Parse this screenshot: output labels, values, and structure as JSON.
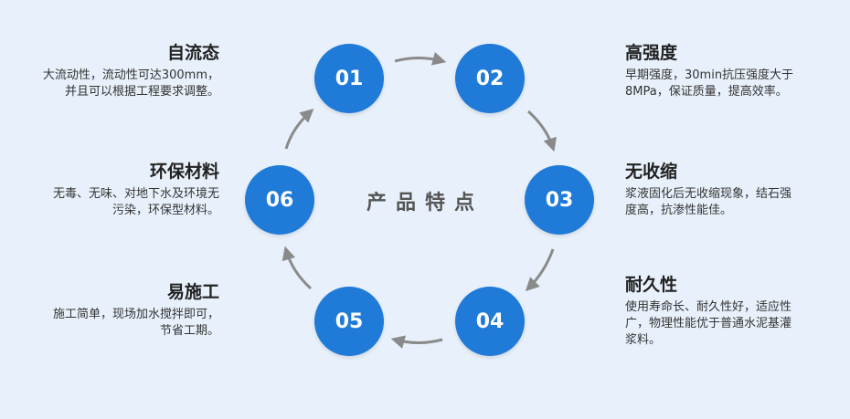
{
  "center_label": "产品特点",
  "nodes": [
    "01",
    "02",
    "03",
    "04",
    "05",
    "06"
  ],
  "features": {
    "f01": {
      "title": "自流态",
      "desc_line1": "大流动性，流动性可达300mm，",
      "desc_line2": "并且可以根据工程要求调整。"
    },
    "f02": {
      "title": "高强度",
      "desc_line1": "早期强度，30min抗压强度大于",
      "desc_line2": "8MPa，保证质量，提高效率。"
    },
    "f03": {
      "title": "无收缩",
      "desc_line1": "浆液固化后无收缩现象，结石强",
      "desc_line2": "度高，抗渗性能佳。"
    },
    "f04": {
      "title": "耐久性",
      "desc_line1": "使用寿命长、耐久性好，适应性",
      "desc_line2": "广，物理性能优于普通水泥基灌",
      "desc_line3": "浆料。"
    },
    "f05": {
      "title": "易施工",
      "desc_line1": "施工简单，现场加水搅拌即可，",
      "desc_line2": "节省工期。"
    },
    "f06": {
      "title": "环保材料",
      "desc_line1": "无毒、无味、对地下水及环境无",
      "desc_line2": "污染，环保型材料。"
    }
  },
  "colors": {
    "node": "#1f7ad8",
    "arrow": "#8a8a8a",
    "background": "#e8f1fb"
  }
}
